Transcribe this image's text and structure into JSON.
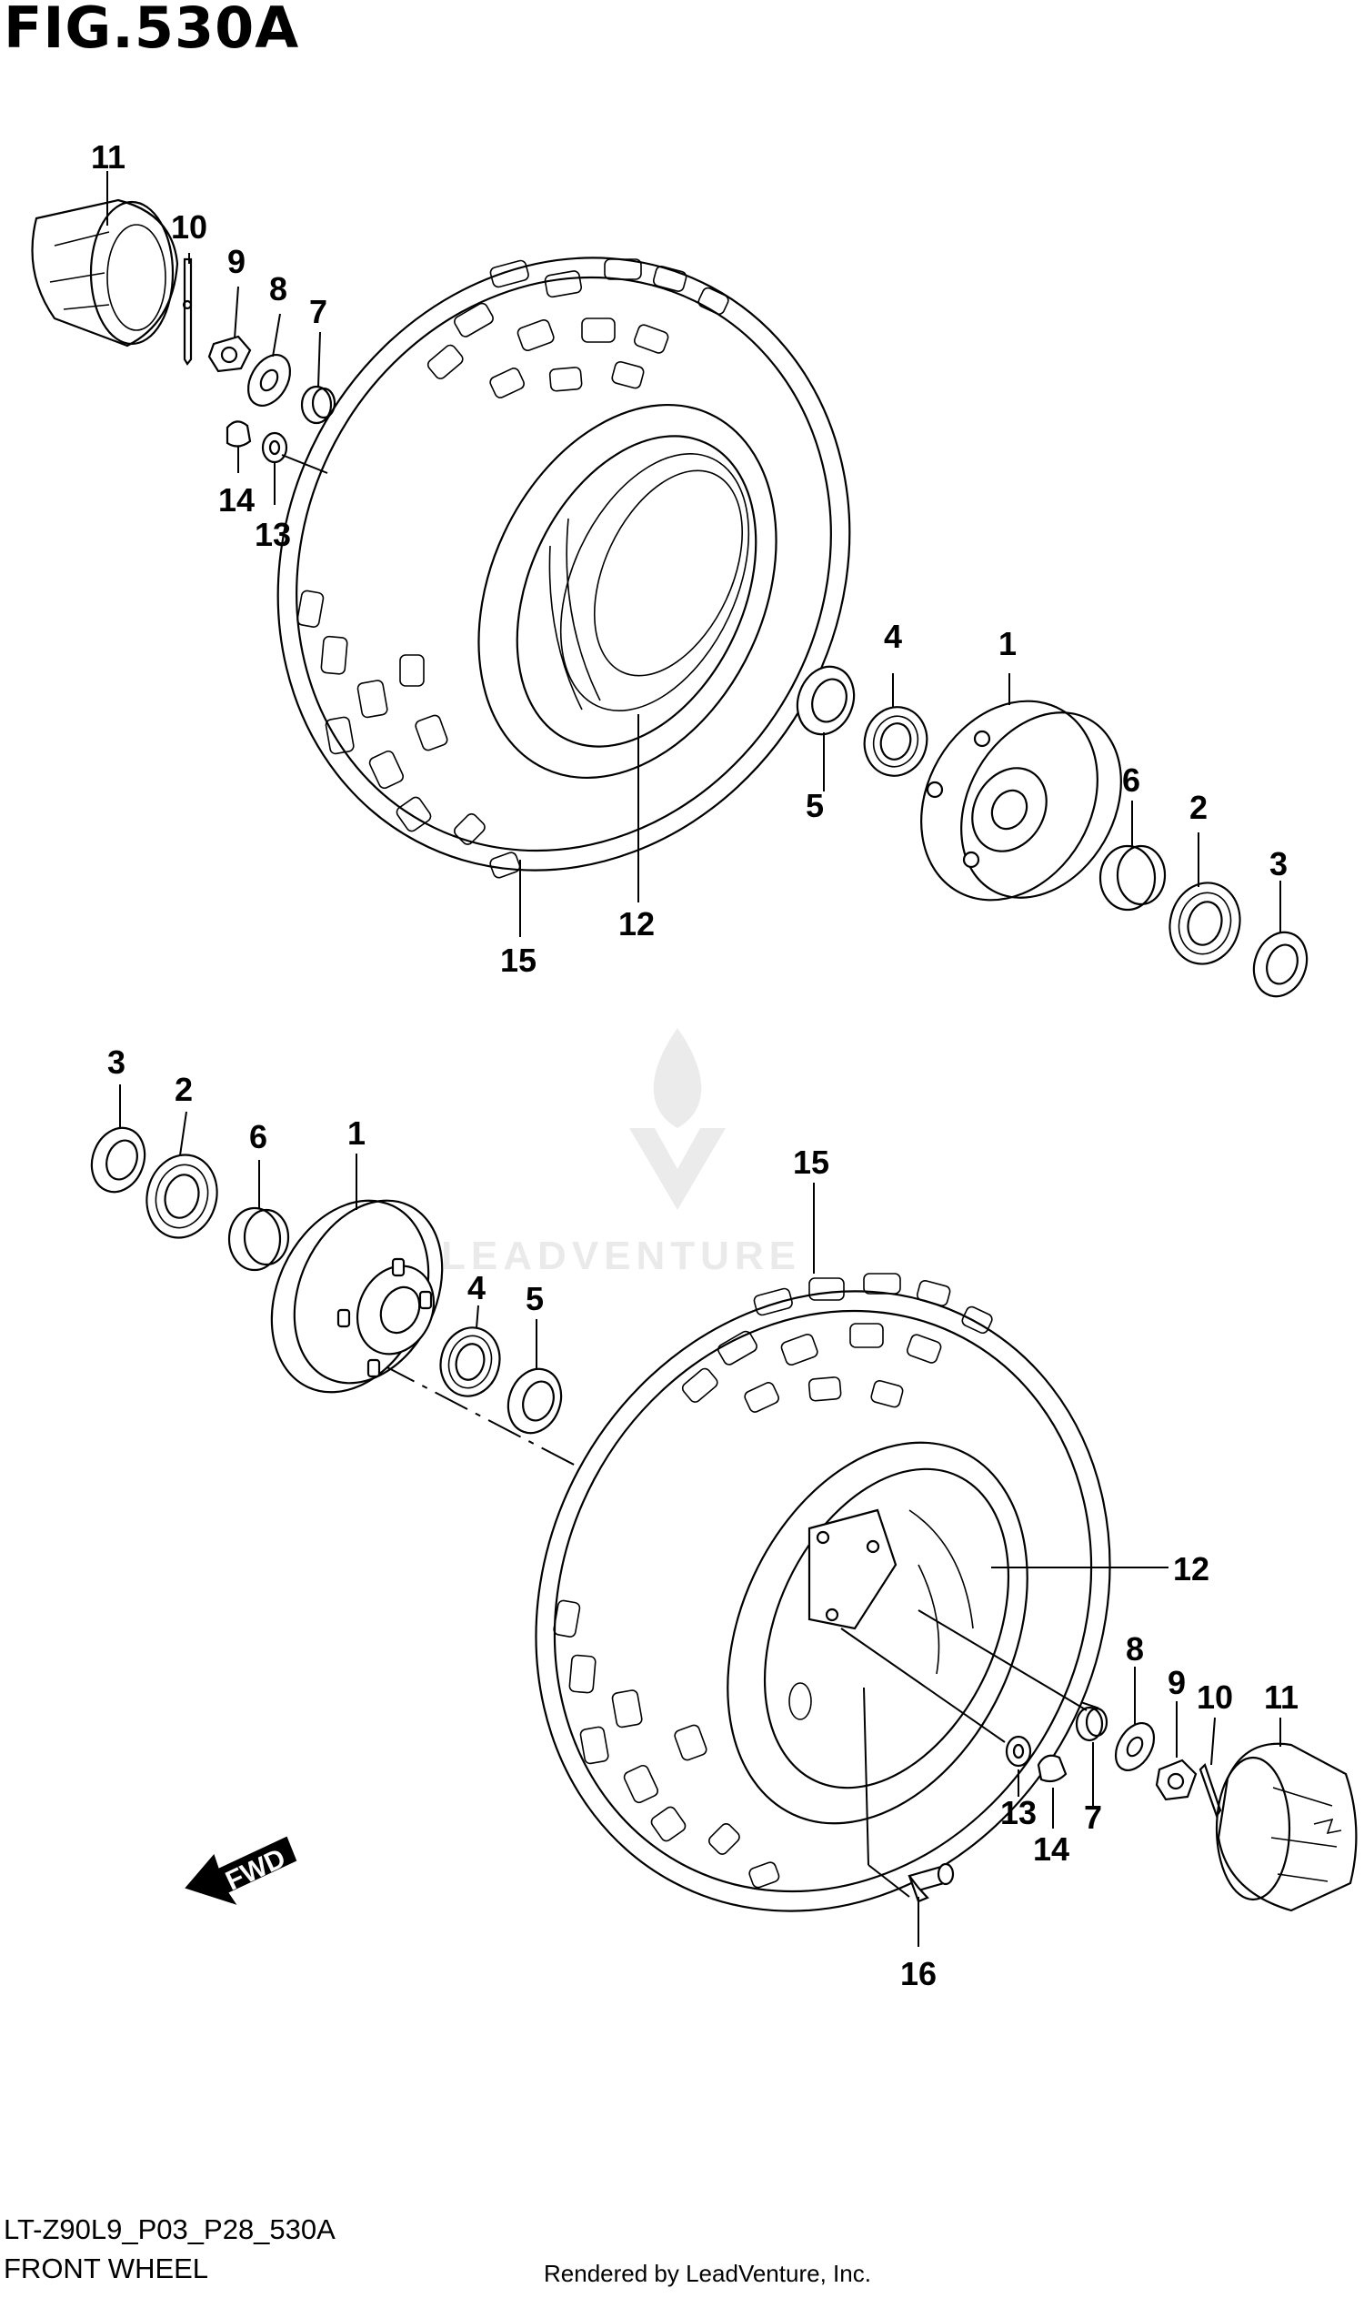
{
  "figure": {
    "title": "FIG.530A",
    "model_code": "LT-Z90L9_P03_P28_530A",
    "section_name": "FRONT WHEEL",
    "credit": "Rendered by LeadVenture, Inc.",
    "watermark": "LEADVENTURE"
  },
  "fwd_label": "FWD",
  "callouts": {
    "upper": {
      "c1": "1",
      "c2": "2",
      "c3": "3",
      "c4": "4",
      "c5": "5",
      "c6": "6",
      "c7": "7",
      "c8": "8",
      "c9": "9",
      "c10": "10",
      "c11": "11",
      "c12": "12",
      "c13": "13",
      "c14": "14",
      "c15": "15"
    },
    "lower": {
      "c1": "1",
      "c2": "2",
      "c3": "3",
      "c4": "4",
      "c5": "5",
      "c6": "6",
      "c7": "7",
      "c8": "8",
      "c9": "9",
      "c10": "10",
      "c11": "11",
      "c12": "12",
      "c13": "13",
      "c14": "14",
      "c15": "15",
      "c16": "16"
    }
  }
}
